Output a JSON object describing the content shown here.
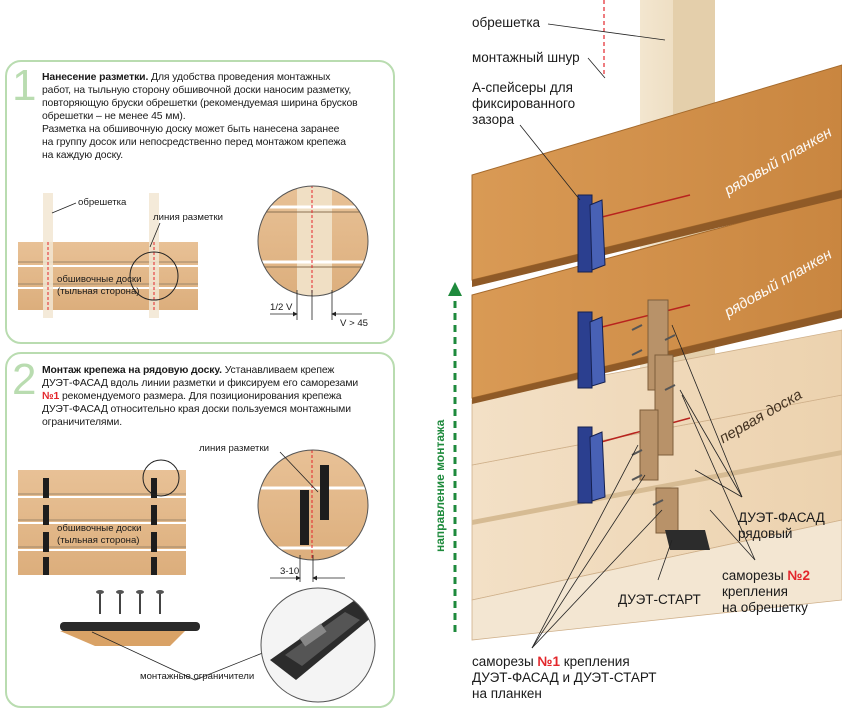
{
  "step1": {
    "number": "1",
    "title": "Нанесение разметки.",
    "body": [
      " Для удобства проведения монтажных",
      "работ, на тыльную сторону обшивочной доски наносим разметку,",
      "повторяющую бруски обрешетки (рекомендуемая ширина брусков",
      "обрешетки – не менее 45 мм).",
      "Разметка на обшивочную доску может быть нанесена заранее",
      "на группу досок или непосредственно перед монтажом крепежа",
      "на каждую доску."
    ],
    "labels": {
      "batten": "обрешетка",
      "marking_line": "линия разметки",
      "boards": "обшивочные доски",
      "back_side": "(тыльная сторона)",
      "half_v": "1/2 V",
      "v_min": "V > 45"
    }
  },
  "step2": {
    "number": "2",
    "title": "Монтаж крепежа на рядовую доску.",
    "body_1": " Устанавливаем крепеж",
    "body_2": "ДУЭТ-ФАСАД вдоль линии разметки и фиксируем его саморезами",
    "screw_no": "№1",
    "body_3": " рекомендуемого размера. Для позиционирования крепежа",
    "body_4": "ДУЭТ-ФАСАД относительно края доски пользуемся монтажными",
    "body_5": "ограничителями.",
    "labels": {
      "marking_line": "линия разметки",
      "boards": "обшивочные доски",
      "back_side": "(тыльная сторона)",
      "gap": "3-10",
      "limiters": "монтажные ограничители"
    }
  },
  "main": {
    "batten": "обрешетка",
    "cord": "монтажный шнур",
    "spacers": [
      "А-спейсеры для",
      "фиксированного",
      "зазора"
    ],
    "plank1": "рядовый планкен",
    "plank2": "рядовый планкен",
    "first_board": "первая доска",
    "direction": "направление монтажа",
    "duet_fasad": [
      "ДУЭТ-ФАСАД",
      "рядовый"
    ],
    "screws2_prefix": "саморезы ",
    "screws2_no": "№2",
    "screws2_rest": [
      "крепления",
      "на обрешетку"
    ],
    "duet_start": "ДУЭТ-СТАРТ",
    "screws1_prefix": "саморезы ",
    "screws1_no": "№1",
    "screws1_rest": " крепления",
    "screws1_line2": "ДУЭТ-ФАСАД и ДУЭТ-СТАРТ",
    "screws1_line3": "на планкен"
  },
  "colors": {
    "panel_border": "#b9dcb0",
    "accent_red": "#e3262b",
    "arrow_green": "#1e8a3c",
    "wood": "#d9a066",
    "clip_blue": "#2b3f8f"
  }
}
